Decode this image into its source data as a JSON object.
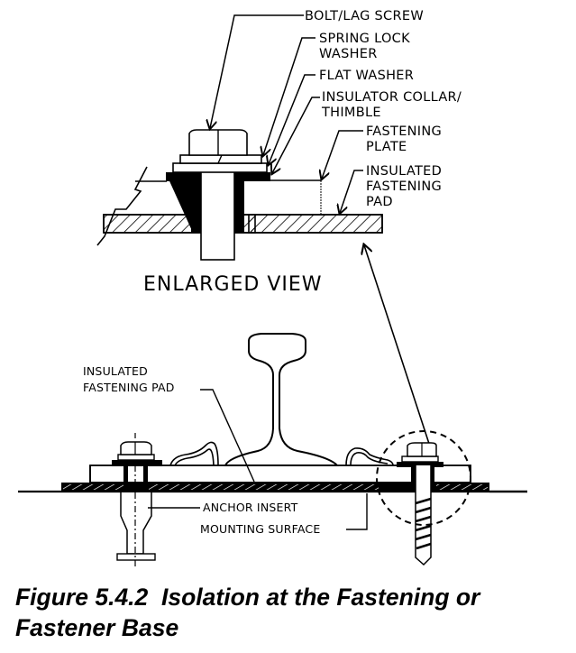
{
  "enlarged_view": {
    "title": "ENLARGED VIEW",
    "labels": {
      "bolt": "BOLT/LAG SCREW",
      "spring_washer_1": "SPRING LOCK",
      "spring_washer_2": "WASHER",
      "flat_washer": "FLAT WASHER",
      "collar_1": "INSULATOR COLLAR/",
      "collar_2": "THIMBLE",
      "plate_1": "FASTENING",
      "plate_2": "PLATE",
      "pad_1": "INSULATED",
      "pad_2": "FASTENING",
      "pad_3": "PAD"
    }
  },
  "rail_assembly": {
    "labels": {
      "pad_1": "INSULATED",
      "pad_2": "FASTENING PAD",
      "anchor_insert": "ANCHOR INSERT",
      "mounting_surface": "MOUNTING SURFACE"
    }
  },
  "caption": {
    "line1": "Figure 5.4.2  Isolation at the Fastening or",
    "line2": "Fastener Base"
  }
}
